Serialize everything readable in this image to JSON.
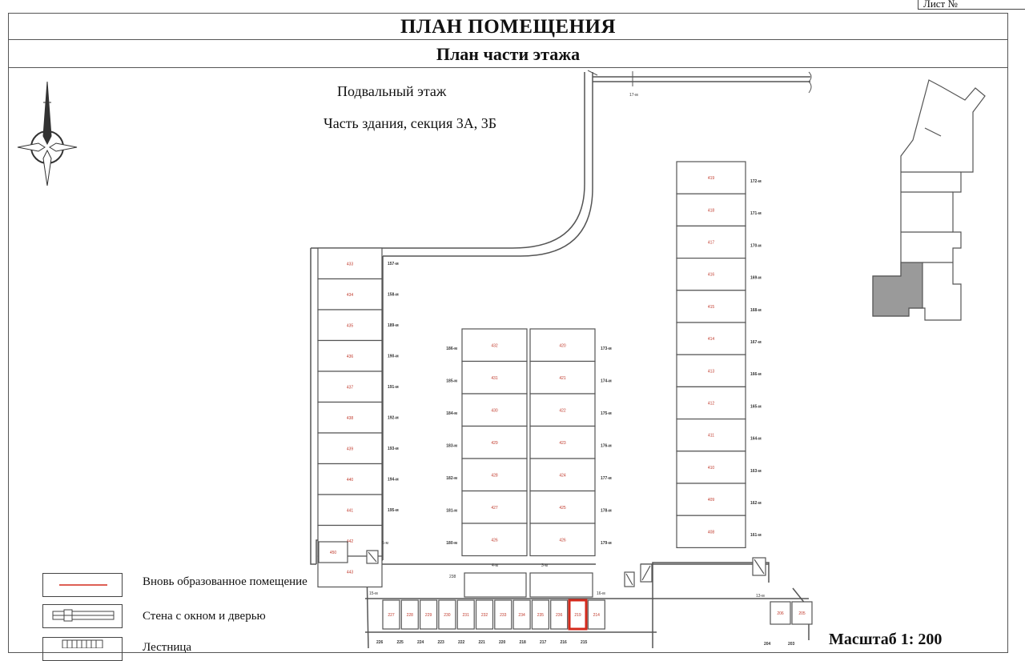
{
  "header": {
    "sheet_label": "Лист №",
    "sheet_value": "",
    "title": "ПЛАН ПОМЕЩЕНИЯ",
    "subtitle": "План части этажа"
  },
  "plan": {
    "floor": "Подвальный этаж",
    "part": "Часть здания, секция 3А, 3Б",
    "scale": "Масштаб 1:  200",
    "highlighted_room": "219",
    "colors": {
      "wall": "#555555",
      "highlight": "#d42a1c",
      "room_number": "#c0392b",
      "shaded_section": "#9a9a9a"
    },
    "columns": {
      "left": {
        "rooms": [
          "433",
          "434",
          "435",
          "436",
          "437",
          "438",
          "439",
          "440",
          "441",
          "442",
          "443"
        ],
        "places": [
          "157-м",
          "158-м",
          "189-м",
          "190-м",
          "191-м",
          "192-м",
          "193-м",
          "194-м",
          "195-м"
        ]
      },
      "center_left": {
        "rooms": [
          "432",
          "431",
          "430",
          "429",
          "428",
          "427",
          "426"
        ],
        "places": [
          "186-м",
          "185-м",
          "184-м",
          "183-м",
          "182-м",
          "181-м",
          "180-м"
        ]
      },
      "center_right": {
        "rooms": [
          "420",
          "421",
          "422",
          "423",
          "424",
          "425",
          "426"
        ],
        "places": [
          "173-м",
          "174-м",
          "175-м",
          "176-м",
          "177-м",
          "178-м",
          "179-м"
        ]
      },
      "right": {
        "rooms": [
          "419",
          "418",
          "417",
          "416",
          "415",
          "414",
          "413",
          "412",
          "411",
          "410",
          "409",
          "408"
        ],
        "places": [
          "172-м",
          "171-м",
          "170-м",
          "169-м",
          "168-м",
          "167-м",
          "166-м",
          "165-м",
          "164-м",
          "163-м",
          "162-м",
          "161-м"
        ]
      }
    },
    "corner_room": "450",
    "bottom_rooms": [
      "227",
      "228",
      "229",
      "230",
      "231",
      "232",
      "233",
      "234",
      "235",
      "236",
      "219",
      "214"
    ],
    "bottom_numbers": [
      "226",
      "225",
      "224",
      "223",
      "222",
      "221",
      "220",
      "218",
      "217",
      "216",
      "215"
    ],
    "right_bottom_rooms": [
      "206",
      "205"
    ],
    "right_bottom_numbers": [
      "204",
      "203"
    ],
    "misc_labels": {
      "top_corridor": "17-м",
      "small_a": "5-м",
      "small_b": "15-м",
      "small_c": "4-м",
      "small_d": "3-м",
      "small_e": "16-м",
      "small_f": "13-м",
      "room_238": "238"
    }
  },
  "legend": {
    "items": [
      {
        "label": "Вновь образованное помещение"
      },
      {
        "label": "Стена с окном и дверью"
      },
      {
        "label": "Лестница"
      }
    ]
  }
}
